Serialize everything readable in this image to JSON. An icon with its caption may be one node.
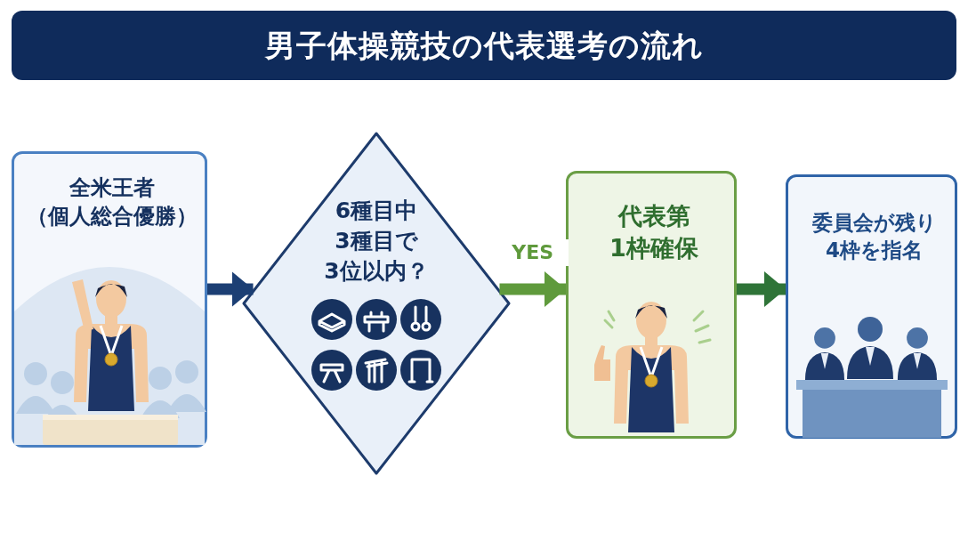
{
  "diagram": {
    "title": "男子体操競技の代表選考の流れ",
    "nodes": [
      {
        "text": [
          "全米王者",
          "（個人総合優勝）"
        ]
      },
      {
        "text": [
          "6種目中3種目で3位以内？"
        ]
      },
      {
        "text": [
          "代表第1枠確保"
        ]
      },
      {
        "text": [
          "委員会が残り4枠を指名"
        ]
      }
    ],
    "edges": [
      {
        "from": 0,
        "to": 1,
        "arrow": "to",
        "color": "#1c3f74"
      },
      {
        "from": 1,
        "to": 2,
        "arrow": "to",
        "label": "YES",
        "color": "#5f9a3c"
      },
      {
        "from": 2,
        "to": 3,
        "arrow": "to",
        "color": "#2f7438"
      }
    ]
  }
}
